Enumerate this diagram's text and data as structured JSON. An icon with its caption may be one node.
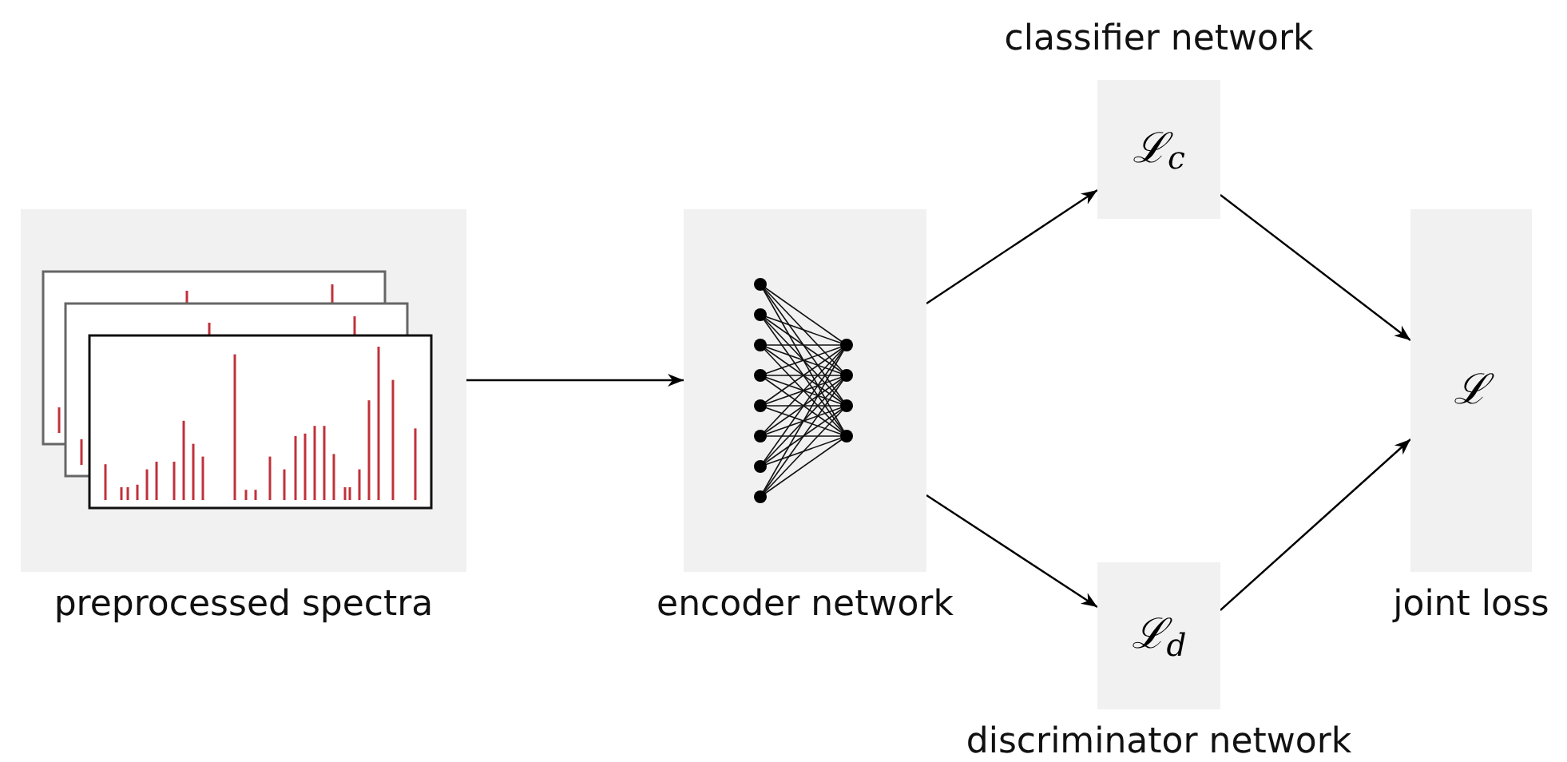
{
  "diagram": {
    "nodes": [
      {
        "text": [
          "preprocessed spectra"
        ]
      },
      {
        "text": [
          "encoder network"
        ]
      },
      {
        "text": [
          "classifier network",
          "ℒ$_{c}$"
        ]
      },
      {
        "text": [
          "ℒ$_{d}$",
          "discriminator network"
        ]
      },
      {
        "text": [
          "ℒ",
          "joint loss"
        ]
      }
    ],
    "edges": [
      {
        "from": 0,
        "to": 1,
        "arrow": "to"
      },
      {
        "from": 1,
        "to": 2,
        "arrow": "to"
      },
      {
        "from": 1,
        "to": 3,
        "arrow": "to"
      },
      {
        "from": 2,
        "to": 4,
        "arrow": "to"
      },
      {
        "from": 3,
        "to": 4,
        "arrow": "to"
      }
    ]
  }
}
